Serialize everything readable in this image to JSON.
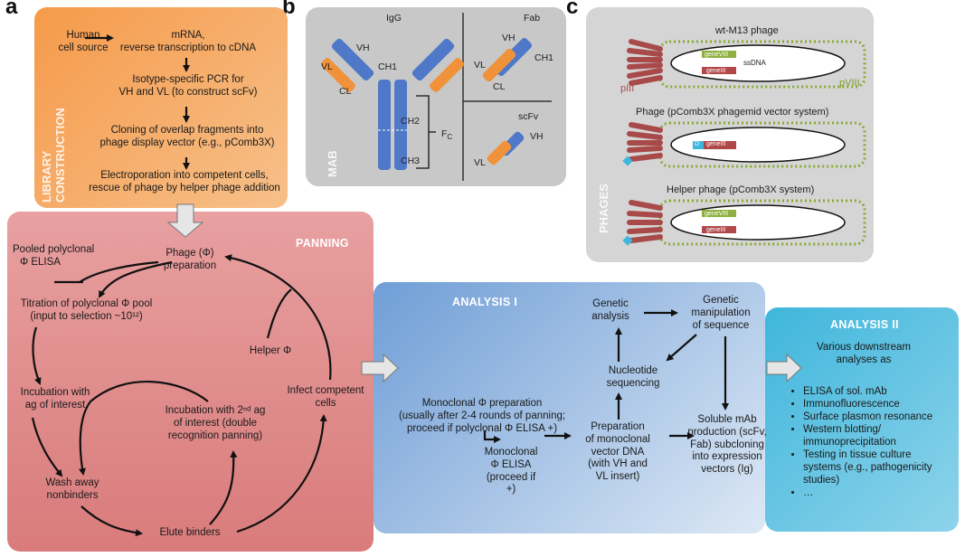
{
  "panel_letters": {
    "a": "a",
    "b": "b",
    "c": "c"
  },
  "library": {
    "title_line1": "LIBRARY",
    "title_line2": "CONSTRUCTION",
    "human_cell_line1": "Human",
    "human_cell_line2": "cell source",
    "mrna_line1": "mRNA,",
    "mrna_line2": "reverse transcription to cDNA",
    "pcr_line1": "Isotype-specific PCR for",
    "pcr_line2": "VH and VL (to construct scFv)",
    "cloning_line1": "Cloning of overlap fragments into",
    "cloning_line2": "phage display vector (e.g., pComb3X)",
    "electro_line1": "Electroporation into competent cells,",
    "electro_line2": "rescue of phage by helper phage addition"
  },
  "panning": {
    "title": "PANNING",
    "pooled_line1": "Pooled polyclonal",
    "pooled_line2": "Φ ELISA",
    "phage_prep_line1": "Phage (Φ)",
    "phage_prep_line2": "preparation",
    "titration_line1": "Titration of polyclonal Φ pool",
    "titration_line2": "(input to selection ~10¹²)",
    "helper": "Helper Φ",
    "incubation_line1": "Incubation with",
    "incubation_line2": "ag of interest",
    "incubation2_line1": "Incubation with 2ⁿᵈ ag",
    "incubation2_line2": "of interest (double",
    "incubation2_line3": "recognition panning)",
    "infect_line1": "Infect competent",
    "infect_line2": "cells",
    "wash_line1": "Wash away",
    "wash_line2": "nonbinders",
    "elute": "Elute binders"
  },
  "analysis1": {
    "title": "ANALYSIS I",
    "mono_prep_line1": "Monoclonal Φ preparation",
    "mono_prep_line2": "(usually after 2-4 rounds of panning;",
    "mono_prep_line3": "proceed if polyclonal Φ ELISA +)",
    "mono_elisa_line1": "Monoclonal",
    "mono_elisa_line2": "Φ ELISA",
    "mono_elisa_line3": "(proceed if",
    "mono_elisa_line4": "+)",
    "prep_dna_line1": "Preparation",
    "prep_dna_line2": "of monoclonal",
    "prep_dna_line3": "vector DNA",
    "prep_dna_line4": "(with VH and",
    "prep_dna_line5": "VL insert)",
    "genetic_analysis_line1": "Genetic",
    "genetic_analysis_line2": "analysis",
    "genetic_manip_line1": "Genetic",
    "genetic_manip_line2": "manipulation",
    "genetic_manip_line3": "of sequence",
    "nucleotide_line1": "Nucleotide",
    "nucleotide_line2": "sequencing",
    "soluble_line1": "Soluble mAb",
    "soluble_line2": "production (scFv,",
    "soluble_line3": "Fab) subcloning",
    "soluble_line4": "into expression",
    "soluble_line5": "vectors (Ig)"
  },
  "analysis2": {
    "title": "ANALYSIS II",
    "intro_line1": "Various downstream",
    "intro_line2": "analyses as",
    "items": [
      "ELISA of sol. mAb",
      "Immunofluorescence",
      "Surface plasmon resonance",
      "Western blotting/\nimmunoprecipitation",
      "Testing in tissue culture\nsystems (e.g., pathogenicity\nstudies)",
      "…"
    ]
  },
  "mab": {
    "title": "MAB",
    "igg": "IgG",
    "fab": "Fab",
    "scfv": "scFv",
    "vh": "VH",
    "vl": "VL",
    "ch1": "CH1",
    "cl": "CL",
    "ch2": "CH2",
    "ch3": "CH3",
    "fc": "F",
    "fc_sub": "C"
  },
  "phages": {
    "title": "PHAGES",
    "wt": "wt-M13 phage",
    "phagemid": "Phage (pComb3X phagemid vector system)",
    "helper": "Helper phage (pComb3X system)",
    "geneVIII": "geneVIII",
    "geneIII": "geneIII",
    "ssDNA": "ssDNA",
    "D": "D",
    "pIII": "pIII",
    "pVIII": "pVIII"
  },
  "colors": {
    "library_box": "#f59a4a",
    "panning_box": "#d97b7b",
    "analysis1_box": "#6f9ed6",
    "analysis2_box": "#3fb6dc",
    "mab_box": "#c8c8c8",
    "phages_box": "#d5d5d5",
    "heavy_chain": "#4f78c8",
    "light_chain": "#f0923a",
    "geneVIII": "#8fb040",
    "geneIII": "#b04848",
    "pIII_tail": "#a84a4a",
    "coat_dots": "#8aa838",
    "display_d": "#3fb6dc"
  }
}
